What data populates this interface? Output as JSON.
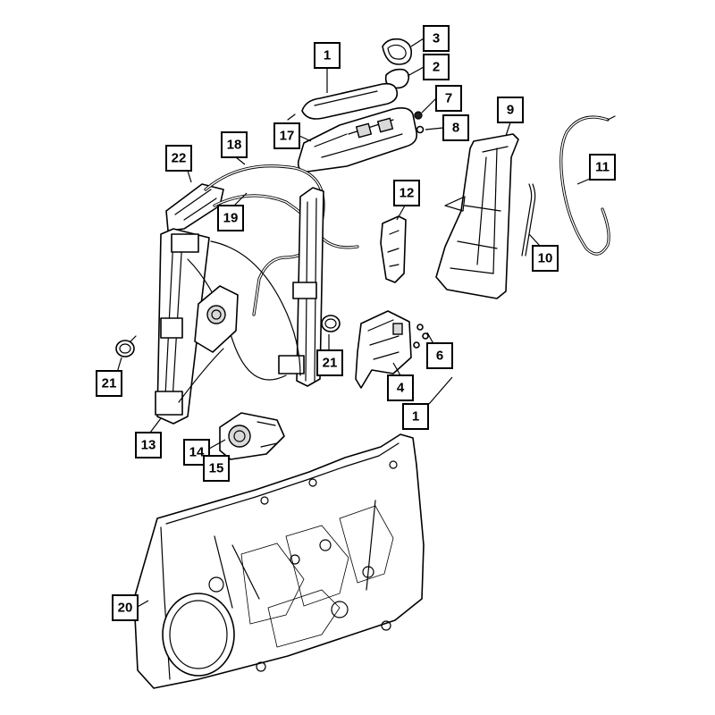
{
  "callouts": [
    {
      "id": "c1a",
      "label": "1"
    },
    {
      "id": "c2",
      "label": "2"
    },
    {
      "id": "c3",
      "label": "3"
    },
    {
      "id": "c7",
      "label": "7"
    },
    {
      "id": "c8",
      "label": "8"
    },
    {
      "id": "c9",
      "label": "9"
    },
    {
      "id": "c17",
      "label": "17"
    },
    {
      "id": "c18",
      "label": "18"
    },
    {
      "id": "c22",
      "label": "22"
    },
    {
      "id": "c19",
      "label": "19"
    },
    {
      "id": "c12",
      "label": "12"
    },
    {
      "id": "c11",
      "label": "11"
    },
    {
      "id": "c10",
      "label": "10"
    },
    {
      "id": "c6",
      "label": "6"
    },
    {
      "id": "c21a",
      "label": "21"
    },
    {
      "id": "c21b",
      "label": "21"
    },
    {
      "id": "c4",
      "label": "4"
    },
    {
      "id": "c1b",
      "label": "1"
    },
    {
      "id": "c13",
      "label": "13"
    },
    {
      "id": "c14",
      "label": "14"
    },
    {
      "id": "c15",
      "label": "15"
    },
    {
      "id": "c20",
      "label": "20"
    }
  ],
  "colors": {
    "line": "#000000",
    "background": "#ffffff",
    "fill_gray": "#d9d9d9"
  }
}
